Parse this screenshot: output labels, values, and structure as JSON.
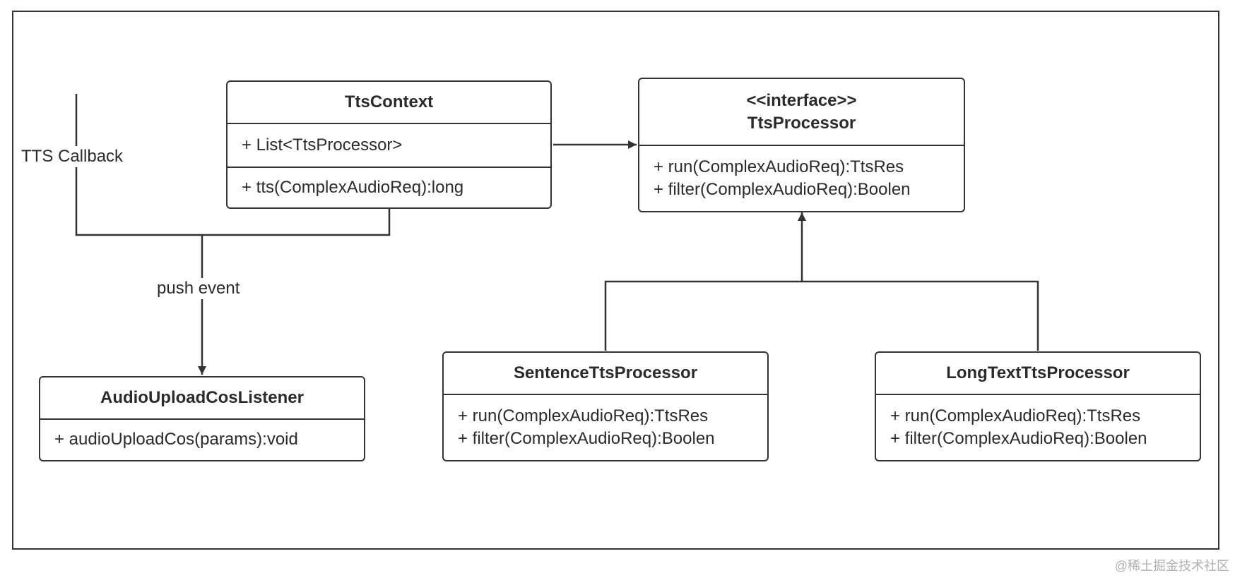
{
  "classes": {
    "tts_context": {
      "name": "TtsContext",
      "attributes": [
        "+ List<TtsProcessor>"
      ],
      "methods": [
        "+ tts(ComplexAudioReq):long"
      ]
    },
    "tts_processor": {
      "stereotype": "<<interface>>",
      "name": "TtsProcessor",
      "methods": [
        "+ run(ComplexAudioReq):TtsRes",
        "+ filter(ComplexAudioReq):Boolen"
      ]
    },
    "audio_upload": {
      "name": "AudioUploadCosListener",
      "methods": [
        "+ audioUploadCos(params):void"
      ]
    },
    "sentence": {
      "name": "SentenceTtsProcessor",
      "methods": [
        "+ run(ComplexAudioReq):TtsRes",
        "+ filter(ComplexAudioReq):Boolen"
      ]
    },
    "long_text": {
      "name": "LongTextTtsProcessor",
      "methods": [
        "+ run(ComplexAudioReq):TtsRes",
        "+ filter(ComplexAudioReq):Boolen"
      ]
    }
  },
  "labels": {
    "tts_callback": "TTS Callback",
    "push_event": "push event"
  },
  "watermark": "@稀土掘金技术社区",
  "colors": {
    "line": "#333333",
    "text": "#2b2b2b",
    "watermark": "#b0b0b0"
  }
}
